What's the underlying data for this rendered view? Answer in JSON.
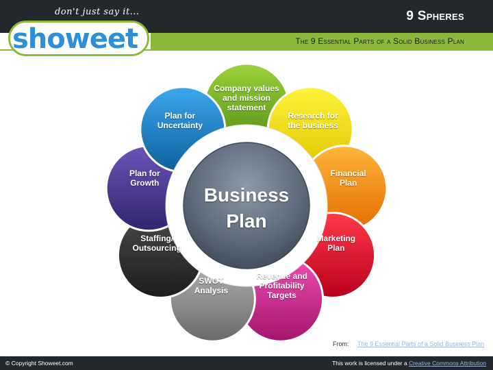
{
  "header": {
    "title": "9 Spheres",
    "subtitle": "The 9 Essential Parts of a Solid Business Plan"
  },
  "logo": {
    "tagline": "don't just say it...",
    "wordmark": "showeet"
  },
  "diagram": {
    "center": {
      "line1": "Business",
      "line2": "Plan"
    },
    "spheres": [
      {
        "label": "Company values and mission statement",
        "lines": [
          "Company values",
          "and mission",
          "statement"
        ],
        "color_top": "#9bd13a",
        "color_bottom": "#4f8f13"
      },
      {
        "label": "Research for the business",
        "lines": [
          "Research for",
          "the business"
        ],
        "color_top": "#fff33a",
        "color_bottom": "#e0c400"
      },
      {
        "label": "Financial Plan",
        "lines": [
          "Financial",
          "Plan"
        ],
        "color_top": "#ffb43a",
        "color_bottom": "#e36d00"
      },
      {
        "label": "Marketing Plan",
        "lines": [
          "Marketing",
          "Plan"
        ],
        "color_top": "#ff3a4a",
        "color_bottom": "#b8001a"
      },
      {
        "label": "Revenue and Profitability Targets",
        "lines": [
          "Revenue and",
          "Profitability",
          "Targets"
        ],
        "color_top": "#f04fb3",
        "color_bottom": "#a3146e"
      },
      {
        "label": "SWOT Analysis",
        "lines": [
          "SWOT",
          "Analysis"
        ],
        "color_top": "#b5b5b5",
        "color_bottom": "#6a6a6a"
      },
      {
        "label": "Staffing/ Outsourcing",
        "lines": [
          "Staffing/",
          "Outsourcing"
        ],
        "color_top": "#4a4a4a",
        "color_bottom": "#1c1c1c"
      },
      {
        "label": "Plan for Growth",
        "lines": [
          "Plan for",
          "Growth"
        ],
        "color_top": "#6a54b8",
        "color_bottom": "#32246e"
      },
      {
        "label": "Plan for Uncertainty",
        "lines": [
          "Plan for",
          "Uncertainty"
        ],
        "color_top": "#3aa8ec",
        "color_bottom": "#0f5f9c"
      }
    ]
  },
  "source": {
    "from_label": "From:",
    "link_text": "The 9 Essential Parts of a Solid Business Plan"
  },
  "footer": {
    "copyright": "© Copyright Showeet.com",
    "license_prefix": "This work is licensed under a ",
    "license_link": "Creative Commons Attribution"
  }
}
